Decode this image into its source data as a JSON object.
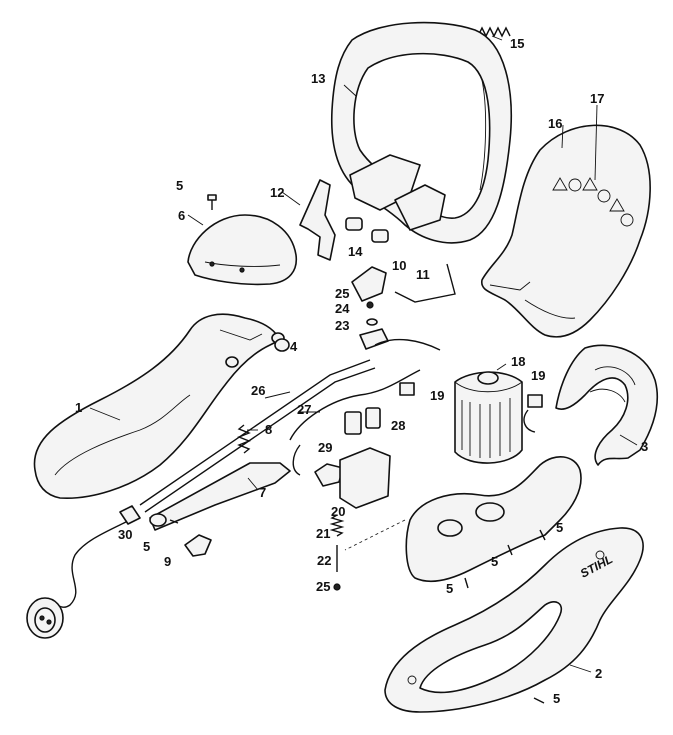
{
  "brand_text": "STIHL",
  "callouts": [
    {
      "id": "c1",
      "text": "1"
    },
    {
      "id": "c2",
      "text": "2"
    },
    {
      "id": "c3",
      "text": "3"
    },
    {
      "id": "c4",
      "text": "4"
    },
    {
      "id": "c5a",
      "text": "5"
    },
    {
      "id": "c5b",
      "text": "5"
    },
    {
      "id": "c5c",
      "text": "5"
    },
    {
      "id": "c5d",
      "text": "5"
    },
    {
      "id": "c5e",
      "text": "5"
    },
    {
      "id": "c5f",
      "text": "5"
    },
    {
      "id": "c6",
      "text": "6"
    },
    {
      "id": "c7",
      "text": "7"
    },
    {
      "id": "c8",
      "text": "8"
    },
    {
      "id": "c9",
      "text": "9"
    },
    {
      "id": "c10",
      "text": "10"
    },
    {
      "id": "c11",
      "text": "11"
    },
    {
      "id": "c12",
      "text": "12"
    },
    {
      "id": "c13",
      "text": "13"
    },
    {
      "id": "c14",
      "text": "14"
    },
    {
      "id": "c15",
      "text": "15"
    },
    {
      "id": "c16",
      "text": "16"
    },
    {
      "id": "c17",
      "text": "17"
    },
    {
      "id": "c18",
      "text": "18"
    },
    {
      "id": "c19a",
      "text": "19"
    },
    {
      "id": "c19b",
      "text": "19"
    },
    {
      "id": "c20",
      "text": "20"
    },
    {
      "id": "c21",
      "text": "21"
    },
    {
      "id": "c22",
      "text": "22"
    },
    {
      "id": "c23",
      "text": "23"
    },
    {
      "id": "c24",
      "text": "24"
    },
    {
      "id": "c25a",
      "text": "25"
    },
    {
      "id": "c25b",
      "text": "25"
    },
    {
      "id": "c26",
      "text": "26"
    },
    {
      "id": "c27",
      "text": "27"
    },
    {
      "id": "c28",
      "text": "28"
    },
    {
      "id": "c29",
      "text": "29"
    },
    {
      "id": "c30",
      "text": "30"
    }
  ]
}
